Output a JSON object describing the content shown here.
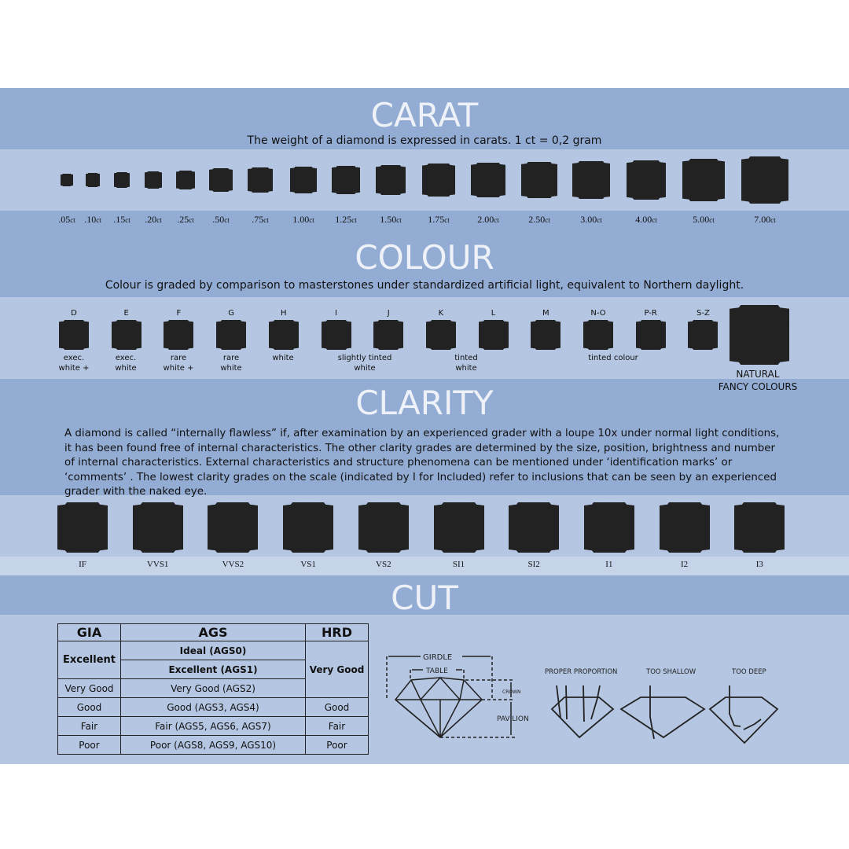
{
  "carat": {
    "title": "CARAT",
    "subtitle": "The weight of a diamond is expressed in carats. 1 ct = 0,2 gram",
    "sizes": [
      {
        "value": ".05",
        "unit": "ct"
      },
      {
        "value": ".10",
        "unit": "ct"
      },
      {
        "value": ".15",
        "unit": "ct"
      },
      {
        "value": ".20",
        "unit": "ct"
      },
      {
        "value": ".25",
        "unit": "ct"
      },
      {
        "value": ".50",
        "unit": "ct"
      },
      {
        "value": ".75",
        "unit": "ct"
      },
      {
        "value": "1.00",
        "unit": "ct"
      },
      {
        "value": "1.25",
        "unit": "ct"
      },
      {
        "value": "1.50",
        "unit": "ct"
      },
      {
        "value": "1.75",
        "unit": "ct"
      },
      {
        "value": "2.00",
        "unit": "ct"
      },
      {
        "value": "2.50",
        "unit": "ct"
      },
      {
        "value": "3.00",
        "unit": "ct"
      },
      {
        "value": "4.00",
        "unit": "ct"
      },
      {
        "value": "5.00",
        "unit": "ct"
      },
      {
        "value": "7.00",
        "unit": "ct"
      }
    ]
  },
  "colour": {
    "title": "COLOUR",
    "subtitle": "Colour is graded by comparison to masterstones under standardized artificial light, equivalent to Northern daylight.",
    "grades": [
      {
        "letter": "D",
        "fill": "#ffffff"
      },
      {
        "letter": "E",
        "fill": "#ffffff"
      },
      {
        "letter": "F",
        "fill": "#fefefa"
      },
      {
        "letter": "G",
        "fill": "#fdfdf3"
      },
      {
        "letter": "H",
        "fill": "#fcfbea"
      },
      {
        "letter": "I",
        "fill": "#fbf8dd"
      },
      {
        "letter": "J",
        "fill": "#faf5cf"
      },
      {
        "letter": "K",
        "fill": "#f9f0bb"
      },
      {
        "letter": "L",
        "fill": "#f8eba5"
      },
      {
        "letter": "M",
        "fill": "#f6e585"
      },
      {
        "letter": "N-O",
        "fill": "#f4de5c"
      },
      {
        "letter": "P-R",
        "fill": "#f3d93a"
      },
      {
        "letter": "S-Z",
        "fill": "#f2d400"
      }
    ],
    "descriptions": [
      {
        "text": "exec.\nwhite +"
      },
      {
        "text": "exec.\nwhite"
      },
      {
        "text": "rare\nwhite +"
      },
      {
        "text": "rare\nwhite"
      },
      {
        "text": "white"
      },
      {
        "text": "slightly tinted\nwhite"
      },
      {
        "text": "tinted\nwhite"
      },
      {
        "text": "tinted colour"
      }
    ],
    "fancy_label": "NATURAL\nFANCY COLOURS",
    "fancy_colors": [
      "#4a9bd6",
      "#6bbf59",
      "#e8d23c",
      "#e25fa3",
      "#8a4fa0",
      "#6b4a2e"
    ]
  },
  "clarity": {
    "title": "CLARITY",
    "description": "A diamond is called “internally flawless” if, after examination by an experienced grader with a loupe 10x under normal light conditions, it has been found free of internal characteristics. The other clarity grades are determined by the size, position, brightness and number of internal characteristics. External characteristics and structure phenomena can be mentioned under ‘identification marks’ or ‘comments’ . The lowest clarity grades on the scale (indicated by I for Included) refer to inclusions that can be seen by an experienced grader with the naked eye.",
    "grades": [
      "IF",
      "VVS1",
      "VVS2",
      "VS1",
      "VS2",
      "SI1",
      "SI2",
      "I1",
      "I2",
      "I3"
    ]
  },
  "cut": {
    "title": "CUT",
    "table": {
      "headers": [
        "GIA",
        "AGS",
        "HRD"
      ],
      "excellent_gia": "Excellent",
      "ideal_ags": "Ideal (AGS0)",
      "excellent_ags": "Excellent (AGS1)",
      "very_good_hrd": "Very Good",
      "rows": [
        {
          "gia": "Very Good",
          "ags": "Very Good (AGS2)"
        },
        {
          "gia": "Good",
          "ags": "Good (AGS3, AGS4)",
          "hrd": "Good"
        },
        {
          "gia": "Fair",
          "ags": "Fair (AGS5, AGS6, AGS7)",
          "hrd": "Fair"
        },
        {
          "gia": "Poor",
          "ags": "Poor (AGS8, AGS9, AGS10)",
          "hrd": "Poor"
        }
      ]
    },
    "diagram": {
      "girdle": "GIRDLE",
      "table": "TABLE",
      "crown": "CROWN",
      "pavilion": "PAVILION",
      "proper": "PROPER PROPORTION",
      "shallow": "TOO SHALLOW",
      "deep": "TOO DEEP"
    }
  }
}
